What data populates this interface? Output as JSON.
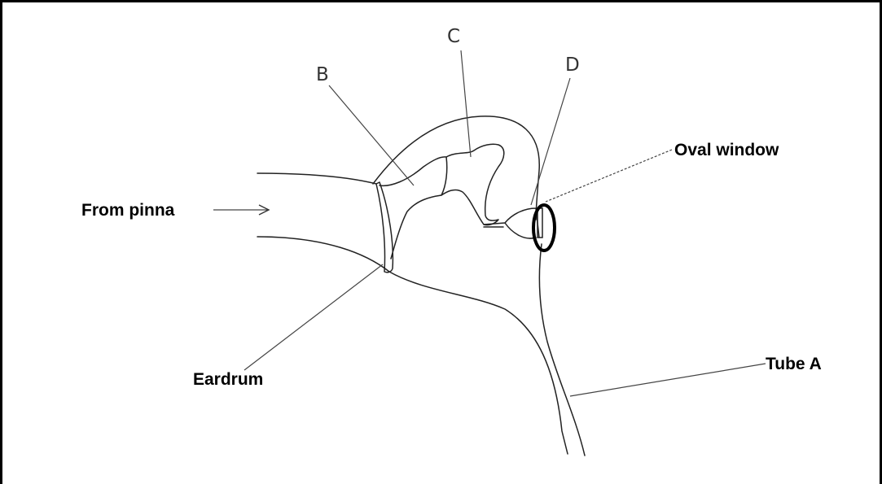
{
  "labels": {
    "b": "B",
    "c": "C",
    "d": "D",
    "oval_window": "Oval window",
    "from_pinna": "From pinna",
    "eardrum": "Eardrum",
    "tube_a": "Tube A"
  }
}
